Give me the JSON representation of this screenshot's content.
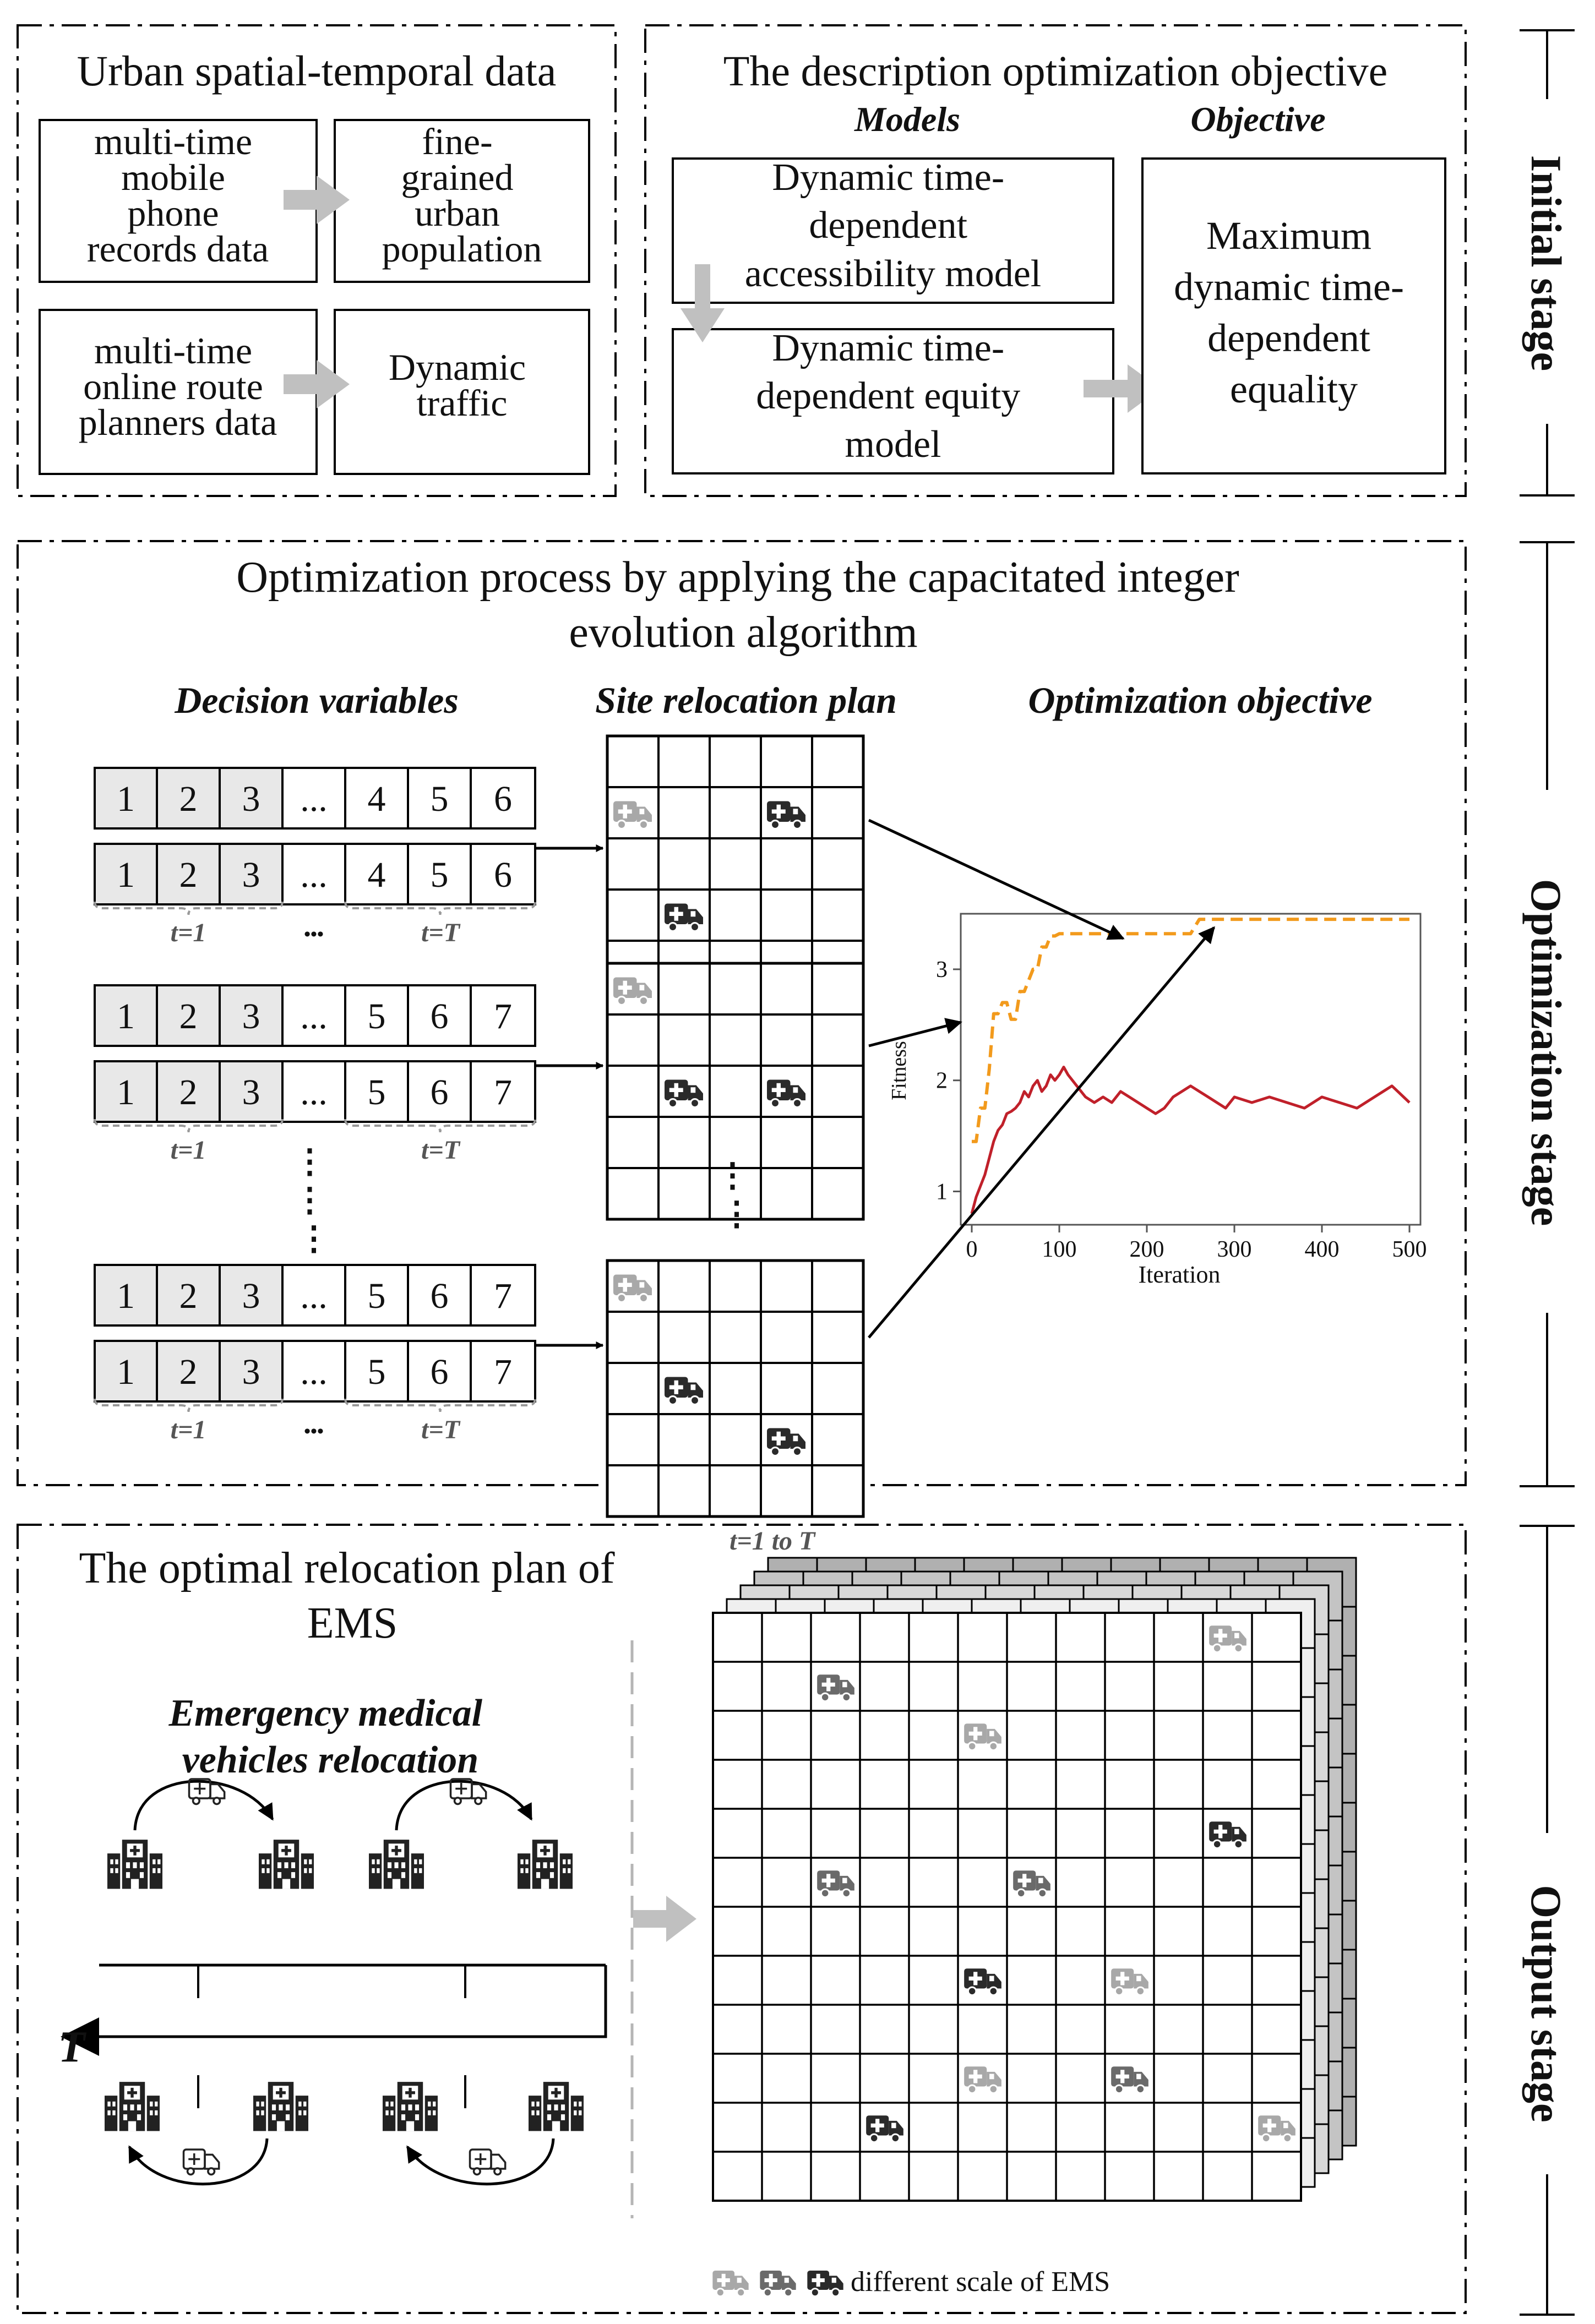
{
  "stages": {
    "initial": "Initial stage",
    "optimization": "Optimization  stage",
    "output": "Output  stage"
  },
  "initial": {
    "data_box": {
      "title": "Urban spatial-temporal data",
      "mobile_records": [
        "multi-time",
        "mobile",
        "phone",
        "records data"
      ],
      "population": [
        "fine-",
        "grained",
        "urban",
        "population"
      ],
      "route_planners": [
        "multi-time",
        "online route",
        "planners data"
      ],
      "traffic": [
        "Dynamic",
        "traffic"
      ]
    },
    "objective_box": {
      "title": "The description optimization objective",
      "models_header": "Models",
      "objective_header": "Objective",
      "accessibility_model": [
        "Dynamic time-",
        "dependent",
        "accessibility model"
      ],
      "equity_model": [
        "Dynamic time-",
        "dependent equity",
        "model"
      ],
      "objective": [
        "Maximum",
        "dynamic time-",
        "dependent",
        "equality"
      ]
    }
  },
  "optimization": {
    "title_lines": [
      "Optimization process by applying the capacitated integer",
      "evolution algorithm"
    ],
    "headers": {
      "decision": "Decision variables",
      "site": "Site relocation plan",
      "objective": "Optimization objective"
    },
    "groups": [
      {
        "rows": [
          [
            "1",
            "2",
            "3",
            "...",
            "4",
            "5",
            "6"
          ],
          [
            "1",
            "2",
            "3",
            "...",
            "4",
            "5",
            "6"
          ]
        ],
        "t_start": "t=1",
        "t_end": "t=T",
        "ellipsis": "•••"
      },
      {
        "rows": [
          [
            "1",
            "2",
            "3",
            "...",
            "5",
            "6",
            "7"
          ],
          [
            "1",
            "2",
            "3",
            "...",
            "5",
            "6",
            "7"
          ]
        ],
        "t_start": "t=1",
        "t_end": "t=T",
        "ellipsis": ""
      },
      {
        "rows": [
          [
            "1",
            "2",
            "3",
            "...",
            "5",
            "6",
            "7"
          ],
          [
            "1",
            "2",
            "3",
            "...",
            "5",
            "6",
            "7"
          ]
        ],
        "t_start": "t=1",
        "t_end": "t=T",
        "ellipsis": "•••"
      }
    ],
    "vertical_ellipsis": "⋮",
    "chart_data": {
      "type": "line",
      "xlabel": "Iteration",
      "ylabel": "Fitness",
      "xlim": [
        0,
        500
      ],
      "ylim": [
        0.7,
        3.5
      ],
      "xticks": [
        0,
        100,
        200,
        300,
        400,
        500
      ],
      "yticks": [
        1,
        2,
        3
      ],
      "series": [
        {
          "color": "#f29a1c",
          "style": "dashed",
          "x": [
            0,
            5,
            10,
            15,
            20,
            25,
            30,
            35,
            40,
            45,
            50,
            55,
            60,
            65,
            70,
            75,
            80,
            85,
            90,
            95,
            100,
            110,
            120,
            140,
            160,
            180,
            200,
            220,
            240,
            250,
            260,
            280,
            300,
            350,
            400,
            450,
            500
          ],
          "y": [
            1.45,
            1.45,
            1.75,
            1.75,
            2.1,
            2.6,
            2.6,
            2.7,
            2.7,
            2.55,
            2.55,
            2.8,
            2.8,
            2.9,
            3.0,
            3.0,
            3.2,
            3.2,
            3.3,
            3.3,
            3.32,
            3.32,
            3.32,
            3.32,
            3.32,
            3.32,
            3.32,
            3.32,
            3.32,
            3.32,
            3.45,
            3.45,
            3.45,
            3.45,
            3.45,
            3.45,
            3.45
          ]
        },
        {
          "color": "#c0202a",
          "style": "solid",
          "x": [
            0,
            5,
            10,
            15,
            20,
            25,
            30,
            35,
            40,
            45,
            50,
            55,
            60,
            65,
            70,
            75,
            80,
            85,
            90,
            95,
            100,
            105,
            110,
            120,
            130,
            140,
            150,
            160,
            170,
            180,
            190,
            200,
            210,
            220,
            230,
            240,
            250,
            260,
            270,
            280,
            290,
            300,
            320,
            340,
            360,
            380,
            400,
            420,
            440,
            460,
            480,
            500
          ],
          "y": [
            0.8,
            0.95,
            1.05,
            1.15,
            1.3,
            1.45,
            1.55,
            1.6,
            1.7,
            1.72,
            1.75,
            1.8,
            1.9,
            1.85,
            1.95,
            2.0,
            1.9,
            1.95,
            2.05,
            2.0,
            2.05,
            2.12,
            2.05,
            1.95,
            1.85,
            1.8,
            1.85,
            1.8,
            1.9,
            1.85,
            1.8,
            1.75,
            1.7,
            1.75,
            1.85,
            1.9,
            1.95,
            1.9,
            1.85,
            1.8,
            1.75,
            1.85,
            1.8,
            1.85,
            1.8,
            1.75,
            1.85,
            1.8,
            1.75,
            1.85,
            1.95,
            1.8
          ]
        }
      ]
    }
  },
  "output": {
    "title_lines": [
      "The optimal relocation plan of",
      "EMS"
    ],
    "subtitle_lines": [
      "Emergency medical",
      "vehicles relocation"
    ],
    "time_label": "T",
    "stack_label": "t=1 to T",
    "legend_text": "different scale of EMS"
  },
  "colors": {
    "arrow_gray": "#c0c0c0",
    "cell_gray": "#e8e8e8",
    "icon_light": "#a8a8a8",
    "icon_mid": "#6a6a6a",
    "icon_dark": "#2a2a2a",
    "orange_series": "#f29a1c",
    "red_series": "#c0202a"
  },
  "icons": {
    "ambulance": "ambulance-icon",
    "hospital": "hospital-icon",
    "ambulance_outline": "ambulance-outline-icon"
  }
}
